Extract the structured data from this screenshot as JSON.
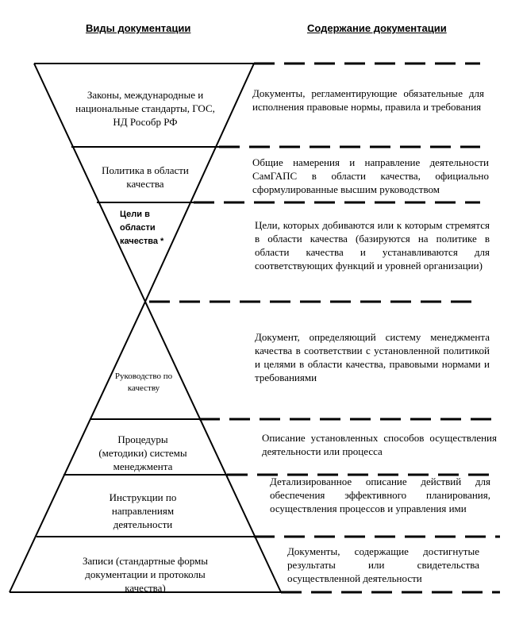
{
  "headers": {
    "types": "Виды документации",
    "content": "Содержание документации"
  },
  "levels": [
    {
      "name": "Законы, международные и национальные стандарты, ГОС, НД Рособр РФ",
      "description": "Документы, регламентирующие обязательные для исполнения правовые нормы, правила и требования"
    },
    {
      "name": "Политика в области качества",
      "description": "Общие намерения и направление деятельности СамГАПС в области качества, официально сформулированные высшим руководством"
    },
    {
      "name": "Цели в области качества *",
      "description": "Цели, которых добиваются или к которым стремятся в области качества (базируются на политике в области качества и устанавливаются для соответствующих функций и уровней организации)"
    },
    {
      "name": "Руководство по качеству",
      "description": "Документ, определяющий систему менеджмента качества в соответствии с установленной политикой и целями в области качества, правовыми нормами и требованиями"
    },
    {
      "name": "Процедуры (методики) системы менеджмента",
      "description": "Описание установленных способов осуществления деятельности или процесса"
    },
    {
      "name": "Инструкции по направлениям деятельности",
      "description": "Детализированное описание действий для обеспечения эффективного планирования, осуществления процессов и управления ими"
    },
    {
      "name": "Записи (стандартные формы документации и протоколы качества)",
      "description": "Документы, содержащие достигнутые результаты или свидетельства осуществленной деятельности"
    }
  ]
}
